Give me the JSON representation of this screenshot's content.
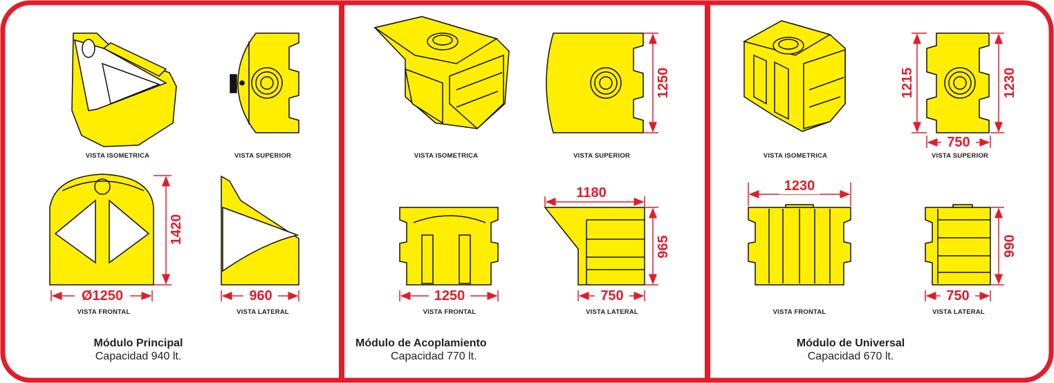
{
  "colors": {
    "frame": "#e11d2a",
    "tank": "#ffee00",
    "outline": "#111111",
    "dimension": "#e11d2a"
  },
  "view_labels": {
    "isometric": "VISTA ISOMETRICA",
    "top": "VISTA SUPERIOR",
    "front": "VISTA FRONTAL",
    "side": "VISTA LATERAL"
  },
  "modules": [
    {
      "title": "Módulo Principal",
      "capacity": "Capacidad 940 lt.",
      "dimensions": {
        "height": "1420",
        "diameter": "Ø1250",
        "depth": "960"
      }
    },
    {
      "title": "Módulo de Acoplamiento",
      "capacity": "Capacidad 770 lt.",
      "dimensions": {
        "top_length": "1250",
        "side_width": "1180",
        "height": "965",
        "front_width": "1250",
        "depth": "750"
      }
    },
    {
      "title": "Módulo de Universal",
      "capacity": "Capacidad 670 lt.",
      "dimensions": {
        "top_left": "1215",
        "top_right": "1230",
        "top_width": "750",
        "front_width": "1230",
        "height": "990",
        "depth": "750"
      }
    }
  ]
}
